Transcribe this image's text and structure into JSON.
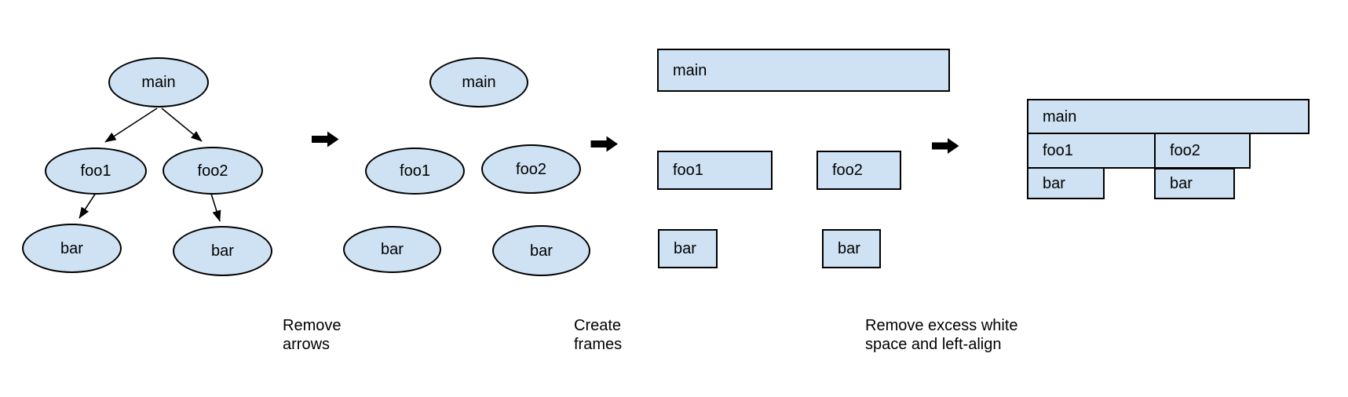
{
  "diagram": {
    "panels": {
      "tree": {
        "main": "main",
        "foo1": "foo1",
        "foo2": "foo2",
        "bar_left": "bar",
        "bar_right": "bar"
      },
      "no_arrows": {
        "main": "main",
        "foo1": "foo1",
        "foo2": "foo2",
        "bar_left": "bar",
        "bar_right": "bar"
      },
      "frames": {
        "main": "main",
        "foo1": "foo1",
        "foo2": "foo2",
        "bar_left": "bar",
        "bar_right": "bar"
      },
      "flame": {
        "main": "main",
        "foo1": "foo1",
        "foo2": "foo2",
        "bar_left": "bar",
        "bar_right": "bar"
      }
    },
    "captions": {
      "step1": {
        "line1": "Remove",
        "line2": "arrows"
      },
      "step2": {
        "line1": "Create",
        "line2": "frames"
      },
      "step3": {
        "line1": "Remove excess white",
        "line2": "space and left-align"
      }
    },
    "colors": {
      "node_fill": "#cfe2f3",
      "node_border": "#000000",
      "arrow": "#000000",
      "text": "#000000",
      "background": "#ffffff"
    }
  }
}
